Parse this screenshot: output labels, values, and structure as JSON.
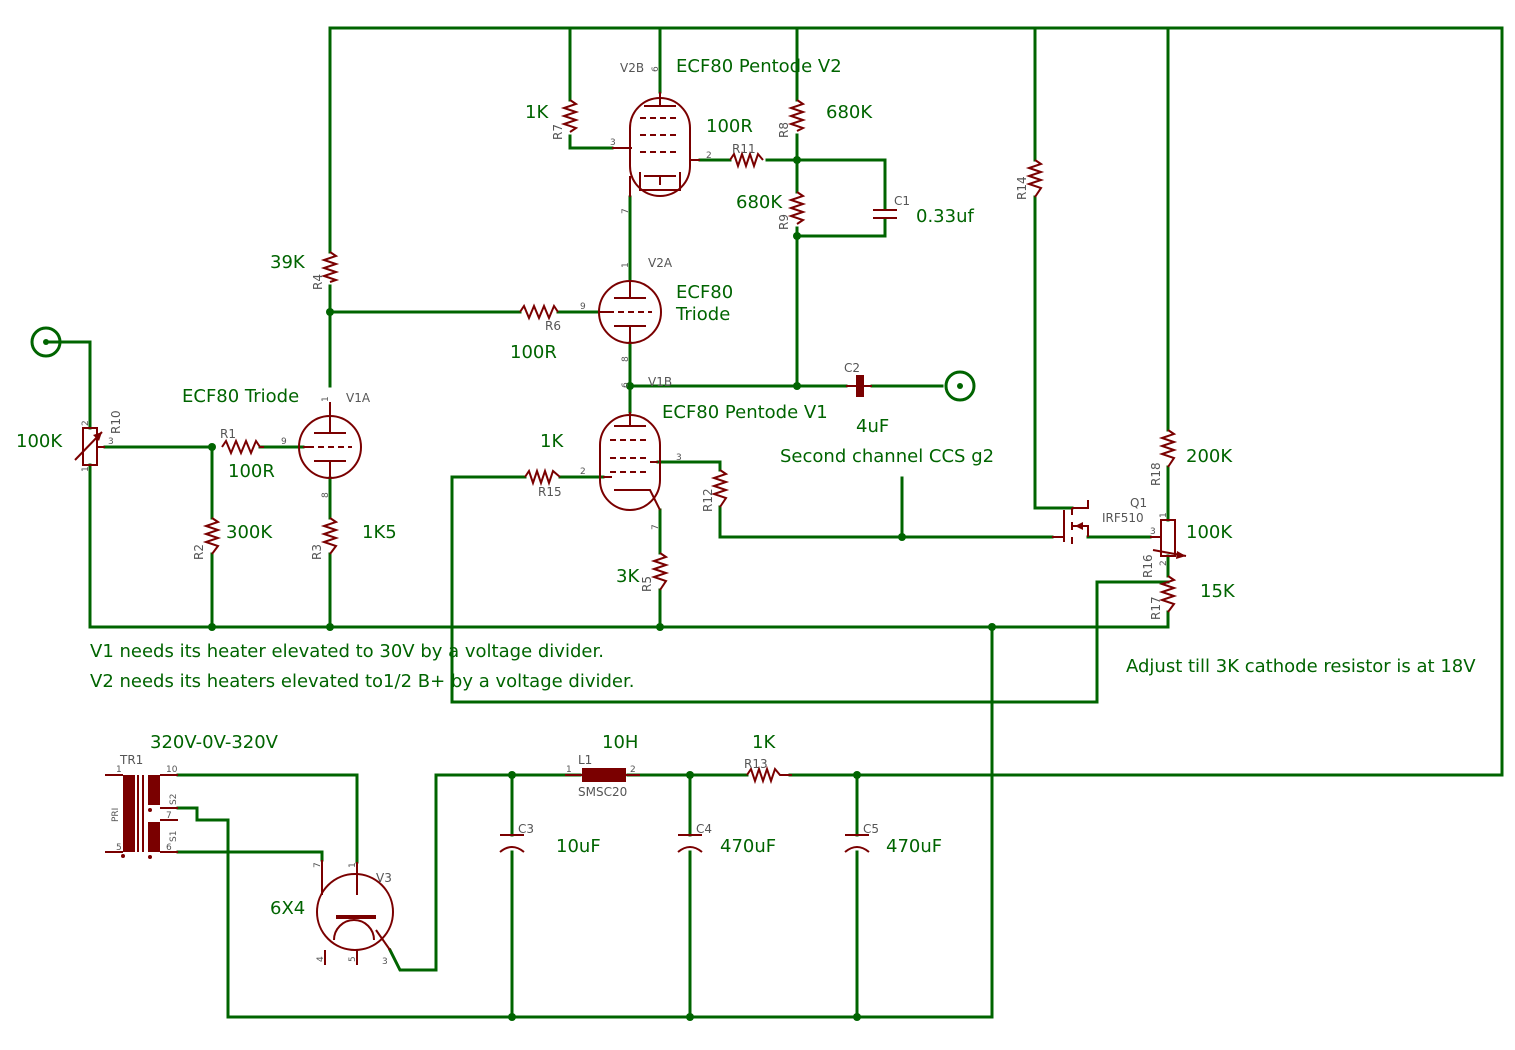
{
  "vals": {
    "v2b": "ECF80 Pentode V2",
    "v2a1": "ECF80",
    "v2a2": "Triode",
    "v1a": "ECF80 Triode",
    "v1b": "ECF80 Pentode V1",
    "r7": "1K",
    "r11": "100R",
    "r8": "680K",
    "r9": "680K",
    "c1": "0.33uf",
    "r4": "39K",
    "r6": "100R",
    "c2": "4uF",
    "r10": "100K",
    "r1": "100R",
    "r2": "300K",
    "r3": "1K5",
    "r15": "1K",
    "r5": "3K",
    "r18": "200K",
    "r16": "100K",
    "r17": "15K",
    "tr1": "320V-0V-320V",
    "l1": "10H",
    "r13": "1K",
    "c3": "10uF",
    "c4": "470uF",
    "c5": "470uF",
    "v3": "6X4"
  },
  "notes": {
    "ccs": "Second channel CCS g2",
    "heater1": "V1 needs its heater elevated to 30V by a voltage divider.",
    "heater2": "V2 needs its heaters elevated to1/2 B+ by a voltage divider.",
    "adjust": "Adjust till 3K cathode resistor is at 18V"
  },
  "names": {
    "r1": "R1",
    "r2": "R2",
    "r3": "R3",
    "r4": "R4",
    "r5": "R5",
    "r6": "R6",
    "r7": "R7",
    "r8": "R8",
    "r9": "R9",
    "r10": "R10",
    "r11": "R11",
    "r12": "R12",
    "r13": "R13",
    "r14": "R14",
    "r15": "R15",
    "r16": "R16",
    "r17": "R17",
    "r18": "R18",
    "c1": "C1",
    "c2": "C2",
    "c3": "C3",
    "c4": "C4",
    "c5": "C5",
    "v1a": "V1A",
    "v1b": "V1B",
    "v2a": "V2A",
    "v2b": "V2B",
    "v3": "V3",
    "q1": "Q1",
    "q1part": "IRF510",
    "l1": "L1",
    "l1part": "SMSC20",
    "tr1": "TR1",
    "pri": "PRI",
    "s1": "S1",
    "s2": "S2"
  },
  "pins": {
    "v2b_6": "6",
    "v2b_3": "3",
    "v2b_2": "2",
    "v2b_7": "7",
    "v2a_1": "1",
    "v2a_9": "9",
    "v2a_8": "8",
    "v1a_1": "1",
    "v1a_9": "9",
    "v1a_8": "8",
    "v1b_6": "6",
    "v1b_2": "2",
    "v1b_3": "3",
    "v1b_7": "7",
    "r10_1": "1",
    "r10_2": "2",
    "r10_3": "3",
    "q1_3": "3",
    "r16_1": "1",
    "r16_2": "2",
    "l1_1": "1",
    "l1_2": "2",
    "tr1_1": "1",
    "tr1_5": "5",
    "tr1_10": "10",
    "tr1_7": "7",
    "tr1_6": "6",
    "v3_7": "7",
    "v3_1": "1",
    "v3_4": "4",
    "v3_5": "5",
    "v3_3": "3"
  }
}
